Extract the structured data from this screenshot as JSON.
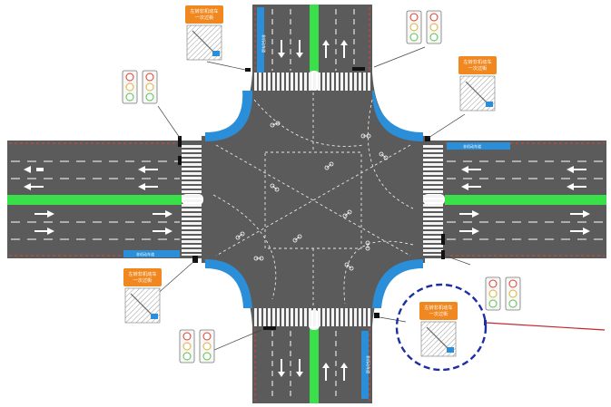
{
  "diagram": {
    "sign_line_1": "左转非机动车",
    "sign_line_2": "一次过街",
    "bike_lane_text": "非机动车道",
    "colors": {
      "road": "#5b5b5b",
      "bike_lane": "#2a8fd8",
      "median": "#39e04a",
      "sign_bg": "#f0871f",
      "signal_red": "#e23b2d",
      "signal_green": "#57c14a",
      "highlight_ring": "#1b2fa3",
      "callout_line": "#c0282e",
      "curb_line": "#e04030"
    },
    "callout_highlighted_corner": "bottom-right"
  }
}
